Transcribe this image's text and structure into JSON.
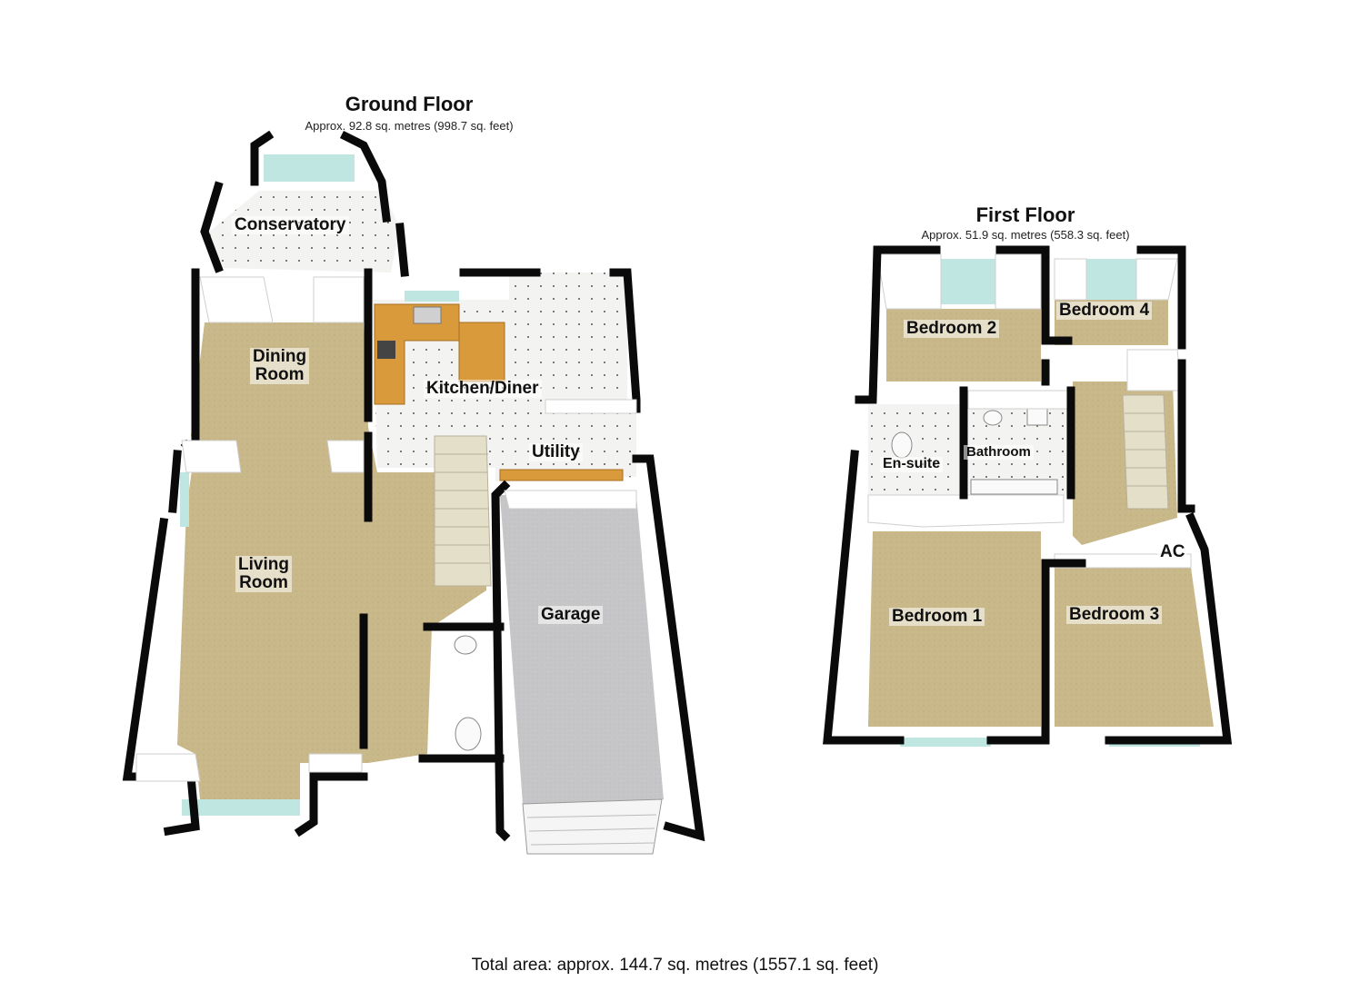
{
  "ground_floor": {
    "title": "Ground Floor",
    "area": "Approx. 92.8 sq. metres (998.7 sq. feet)",
    "rooms": {
      "conservatory": "Conservatory",
      "dining_room": "Dining\nRoom",
      "kitchen_diner": "Kitchen/Diner",
      "utility": "Utility",
      "living_room": "Living\nRoom",
      "garage": "Garage"
    }
  },
  "first_floor": {
    "title": "First Floor",
    "area": "Approx. 51.9 sq. metres (558.3 sq. feet)",
    "rooms": {
      "bedroom_2": "Bedroom 2",
      "bedroom_4": "Bedroom 4",
      "en_suite": "En-suite",
      "bathroom": "Bathroom",
      "ac": "AC",
      "bedroom_1": "Bedroom 1",
      "bedroom_3": "Bedroom 3"
    }
  },
  "total_area": "Total area: approx. 144.7 sq. metres (1557.1 sq. feet)",
  "colors": {
    "wall": "#0a0a0a",
    "carpet": "#c9b98b",
    "tile_floor": "#f2f2f0",
    "garage_floor": "#c8c8ca",
    "worktop": "#d99a3c",
    "window": "#bfe6e0",
    "inner_wall": "#ffffff"
  }
}
